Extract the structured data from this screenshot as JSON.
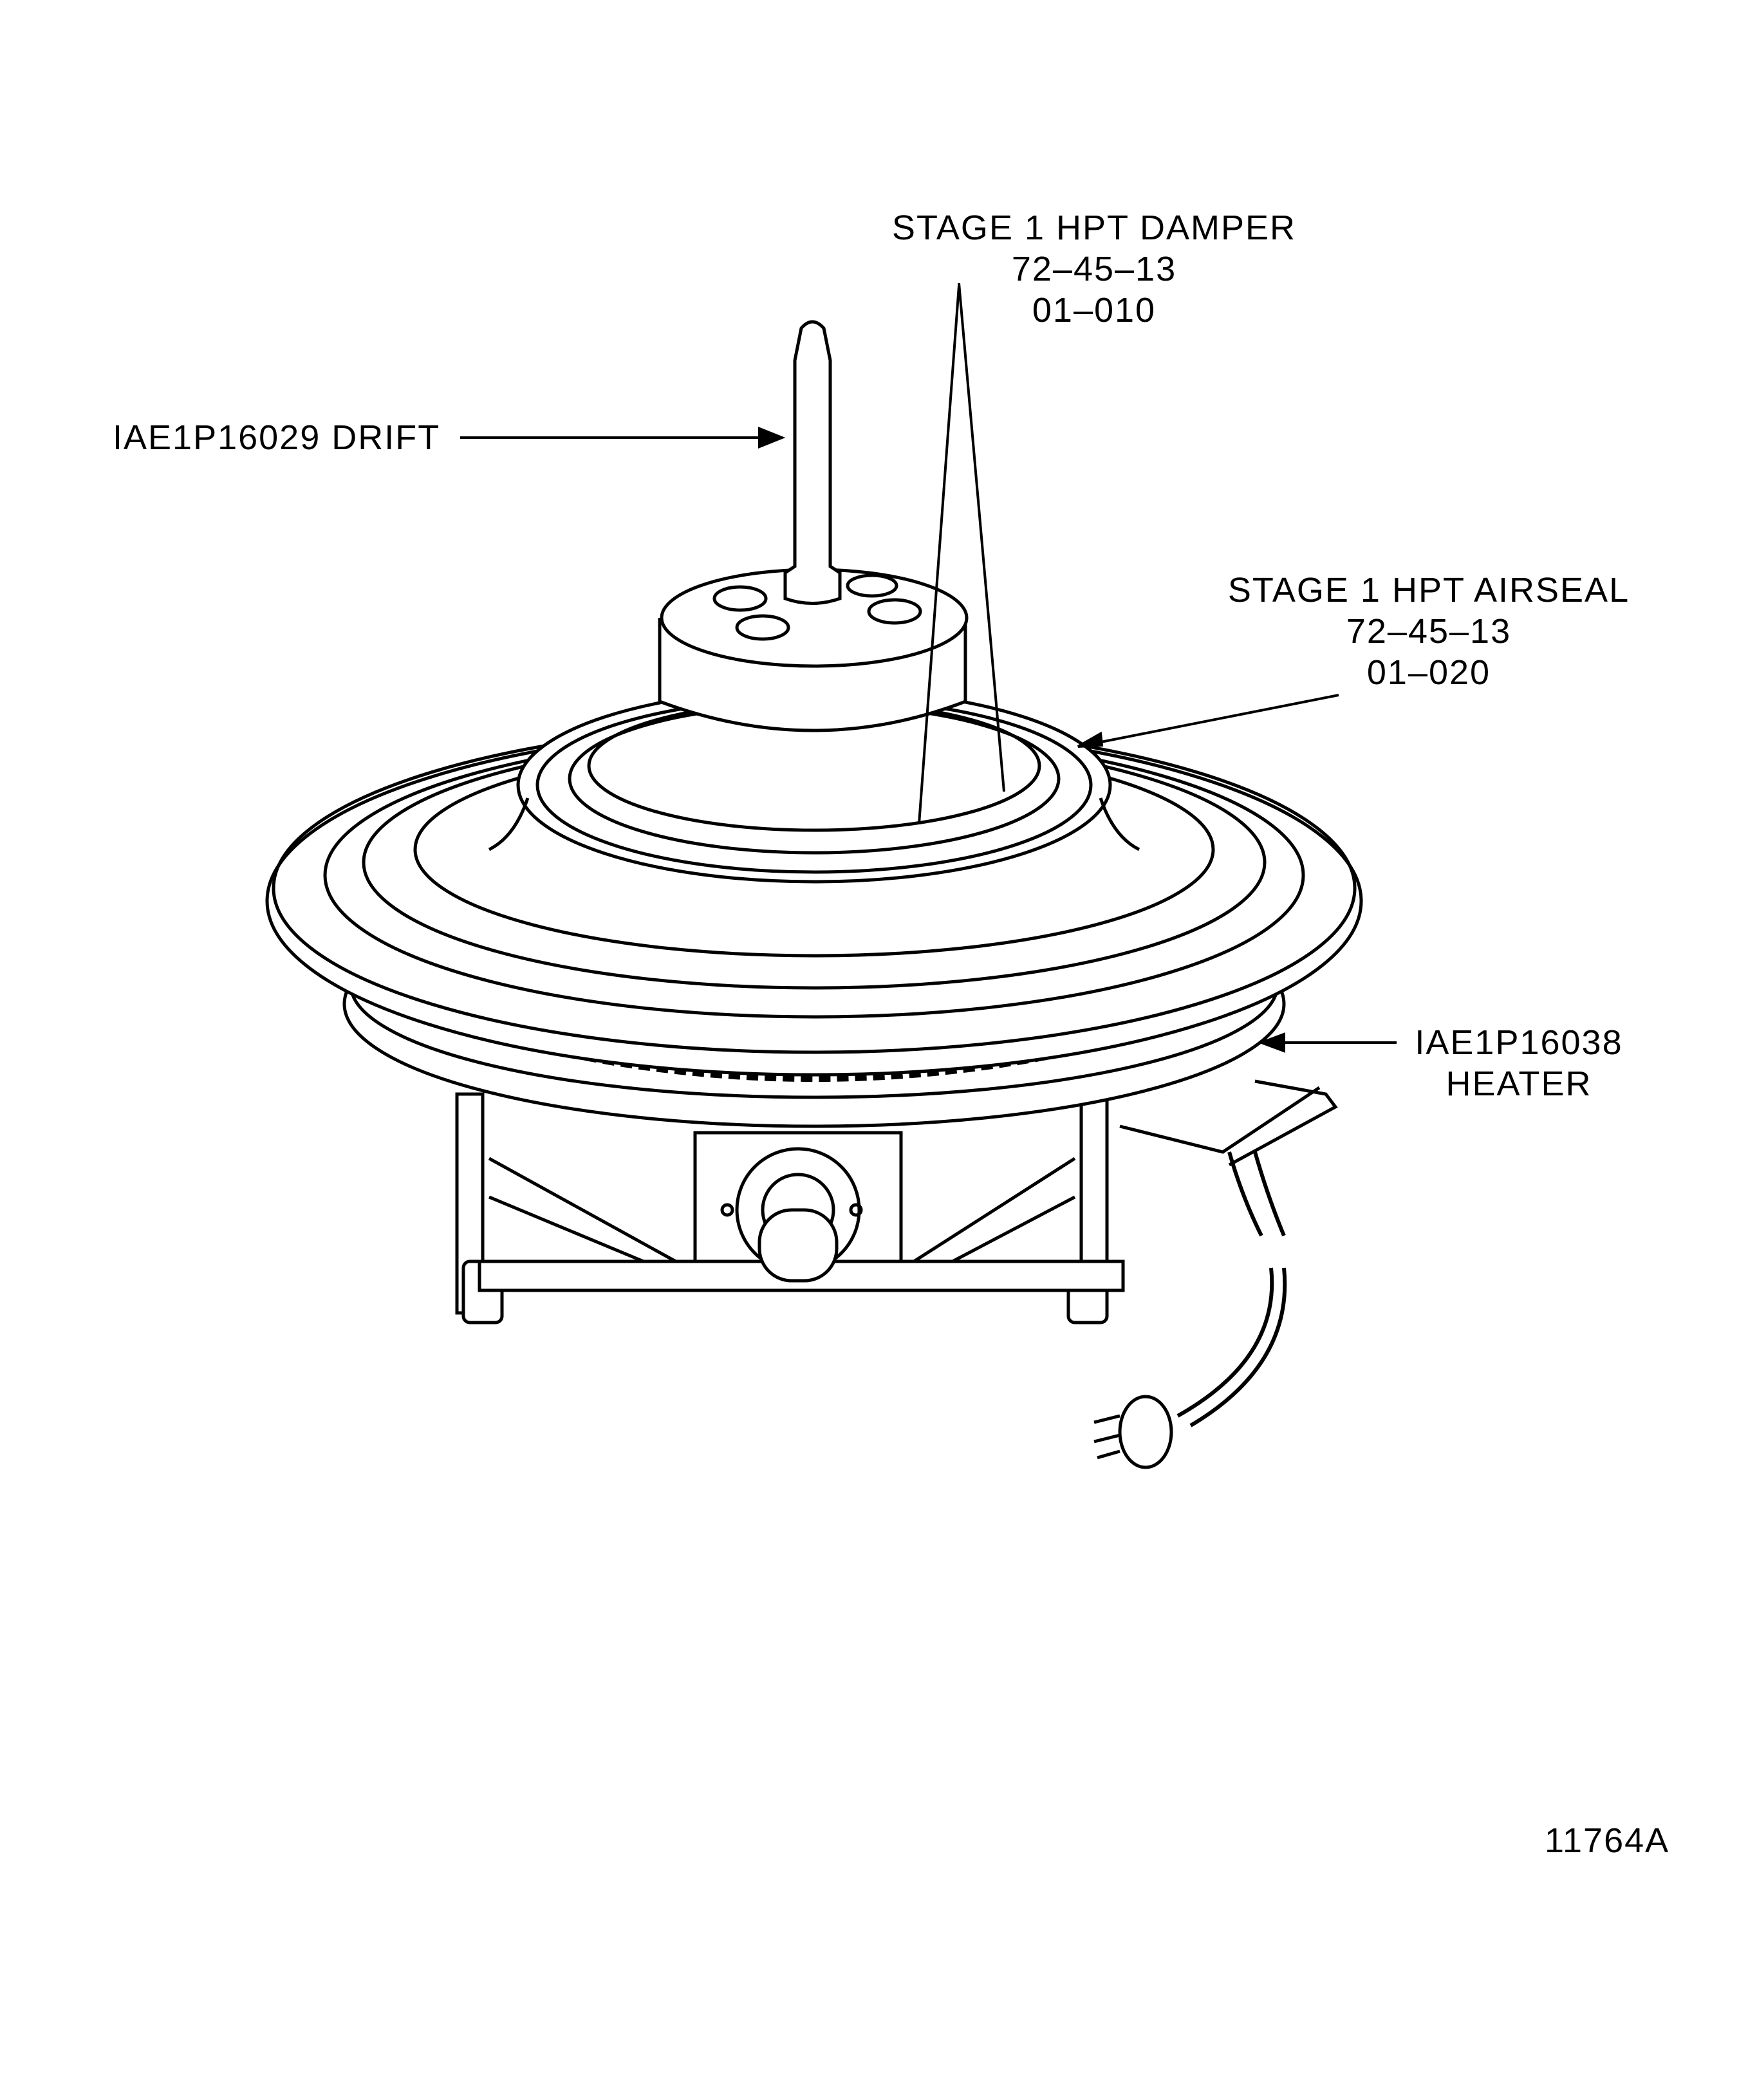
{
  "labels": {
    "drift": "IAE1P16029 DRIFT",
    "damper": {
      "name": "STAGE 1 HPT DAMPER",
      "ref": "72–45–13",
      "item": "01–010"
    },
    "airseal": {
      "name": "STAGE 1 HPT AIRSEAL",
      "ref": "72–45–13",
      "item": "01–020"
    },
    "heater": {
      "part": "IAE1P16038",
      "name": "HEATER"
    }
  },
  "figure_number": "11764A"
}
